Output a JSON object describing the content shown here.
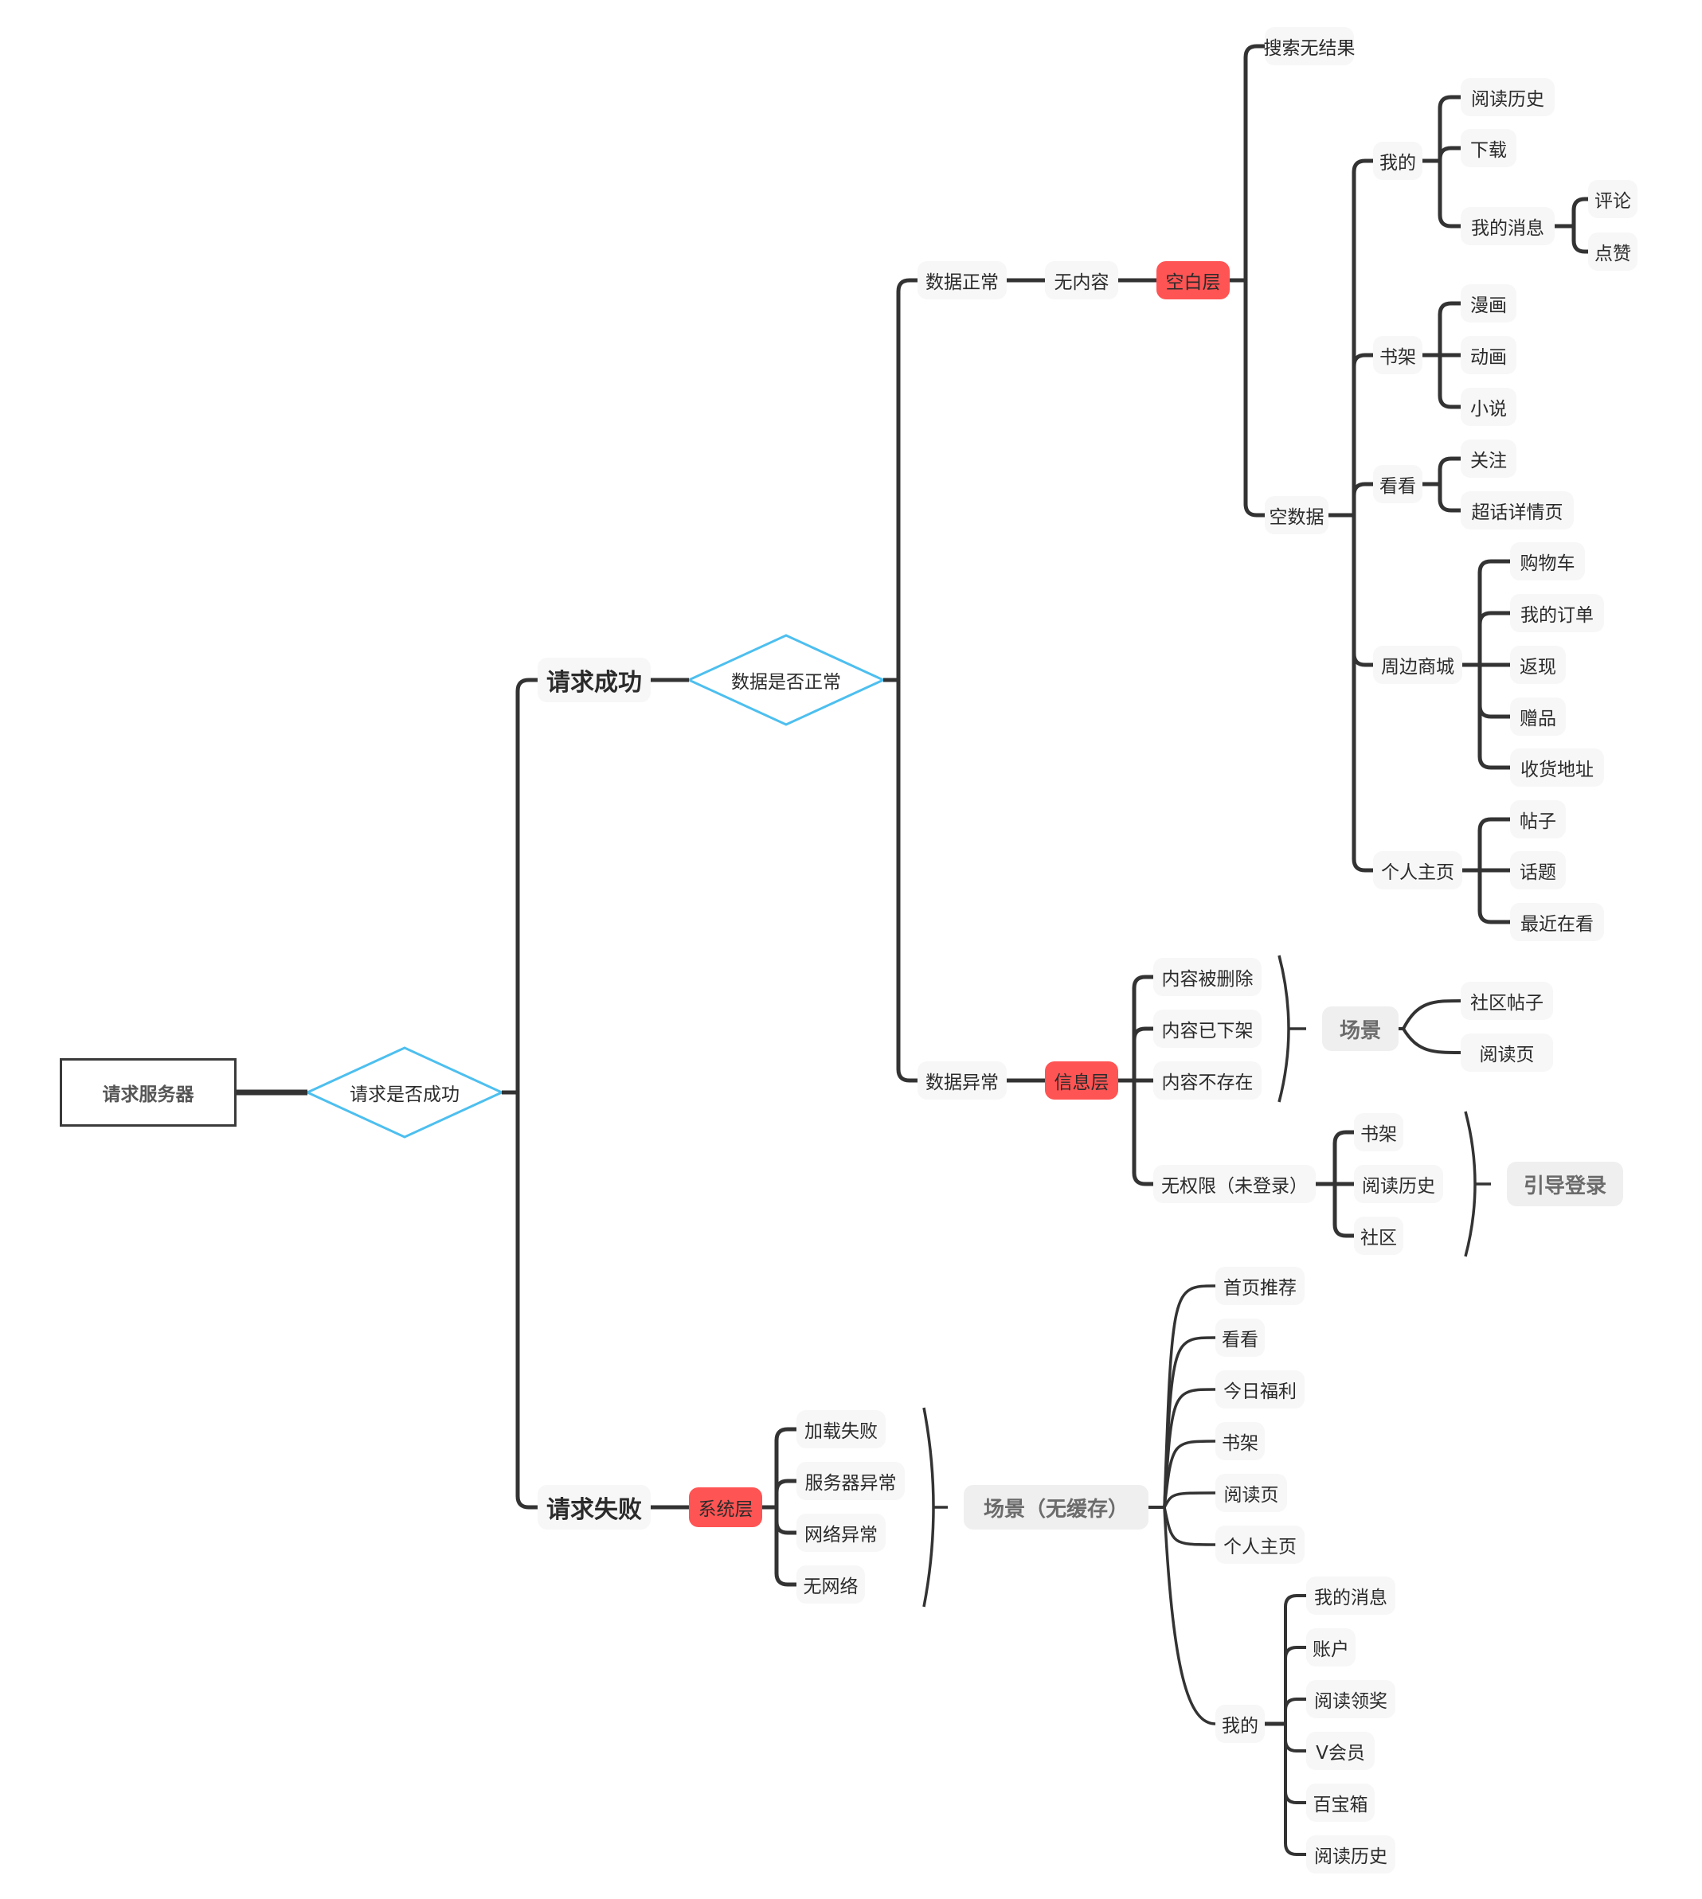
{
  "root": {
    "label": "请求服务器"
  },
  "decision1": {
    "label": "请求是否成功"
  },
  "success": {
    "label": "请求成功",
    "decision": {
      "label": "数据是否正常"
    },
    "normal": {
      "label": "数据正常",
      "no_content": {
        "label": "无内容"
      },
      "layer": {
        "label": "空白层"
      },
      "search": {
        "label": "搜索无结果"
      },
      "empty": {
        "label": "空数据",
        "groups": [
          {
            "label": "我的",
            "items": [
              "阅读历史",
              "下载",
              "我的消息"
            ],
            "sub": {
              "parent": "我的消息",
              "items": [
                "评论",
                "点赞"
              ]
            }
          },
          {
            "label": "书架",
            "items": [
              "漫画",
              "动画",
              "小说"
            ]
          },
          {
            "label": "看看",
            "items": [
              "关注",
              "超话详情页"
            ]
          },
          {
            "label": "周边商城",
            "items": [
              "购物车",
              "我的订单",
              "返现",
              "赠品",
              "收货地址"
            ]
          },
          {
            "label": "个人主页",
            "items": [
              "帖子",
              "话题",
              "最近在看"
            ]
          }
        ]
      }
    },
    "abnormal": {
      "label": "数据异常",
      "layer": {
        "label": "信息层"
      },
      "items": [
        "内容被删除",
        "内容已下架",
        "内容不存在"
      ],
      "scene": {
        "label": "场景",
        "items": [
          "社区帖子",
          "阅读页"
        ]
      },
      "no_permission": {
        "label": "无权限（未登录）",
        "items": [
          "书架",
          "阅读历史",
          "社区"
        ]
      },
      "guide": {
        "label": "引导登录"
      }
    }
  },
  "failure": {
    "label": "请求失败",
    "layer": {
      "label": "系统层"
    },
    "items": [
      "加载失败",
      "服务器异常",
      "网络异常",
      "无网络"
    ],
    "scene": {
      "label": "场景（无缓存）"
    },
    "pages": [
      "首页推荐",
      "看看",
      "今日福利",
      "书架",
      "阅读页",
      "个人主页"
    ],
    "mine": {
      "label": "我的",
      "items": [
        "我的消息",
        "账户",
        "阅读领奖",
        "V会员",
        "百宝箱",
        "阅读历史"
      ]
    }
  },
  "colors": {
    "line": "#333333",
    "diamond": "#4dbfef",
    "layer": "#ff5454",
    "node_bg": "#f7f7f7"
  }
}
